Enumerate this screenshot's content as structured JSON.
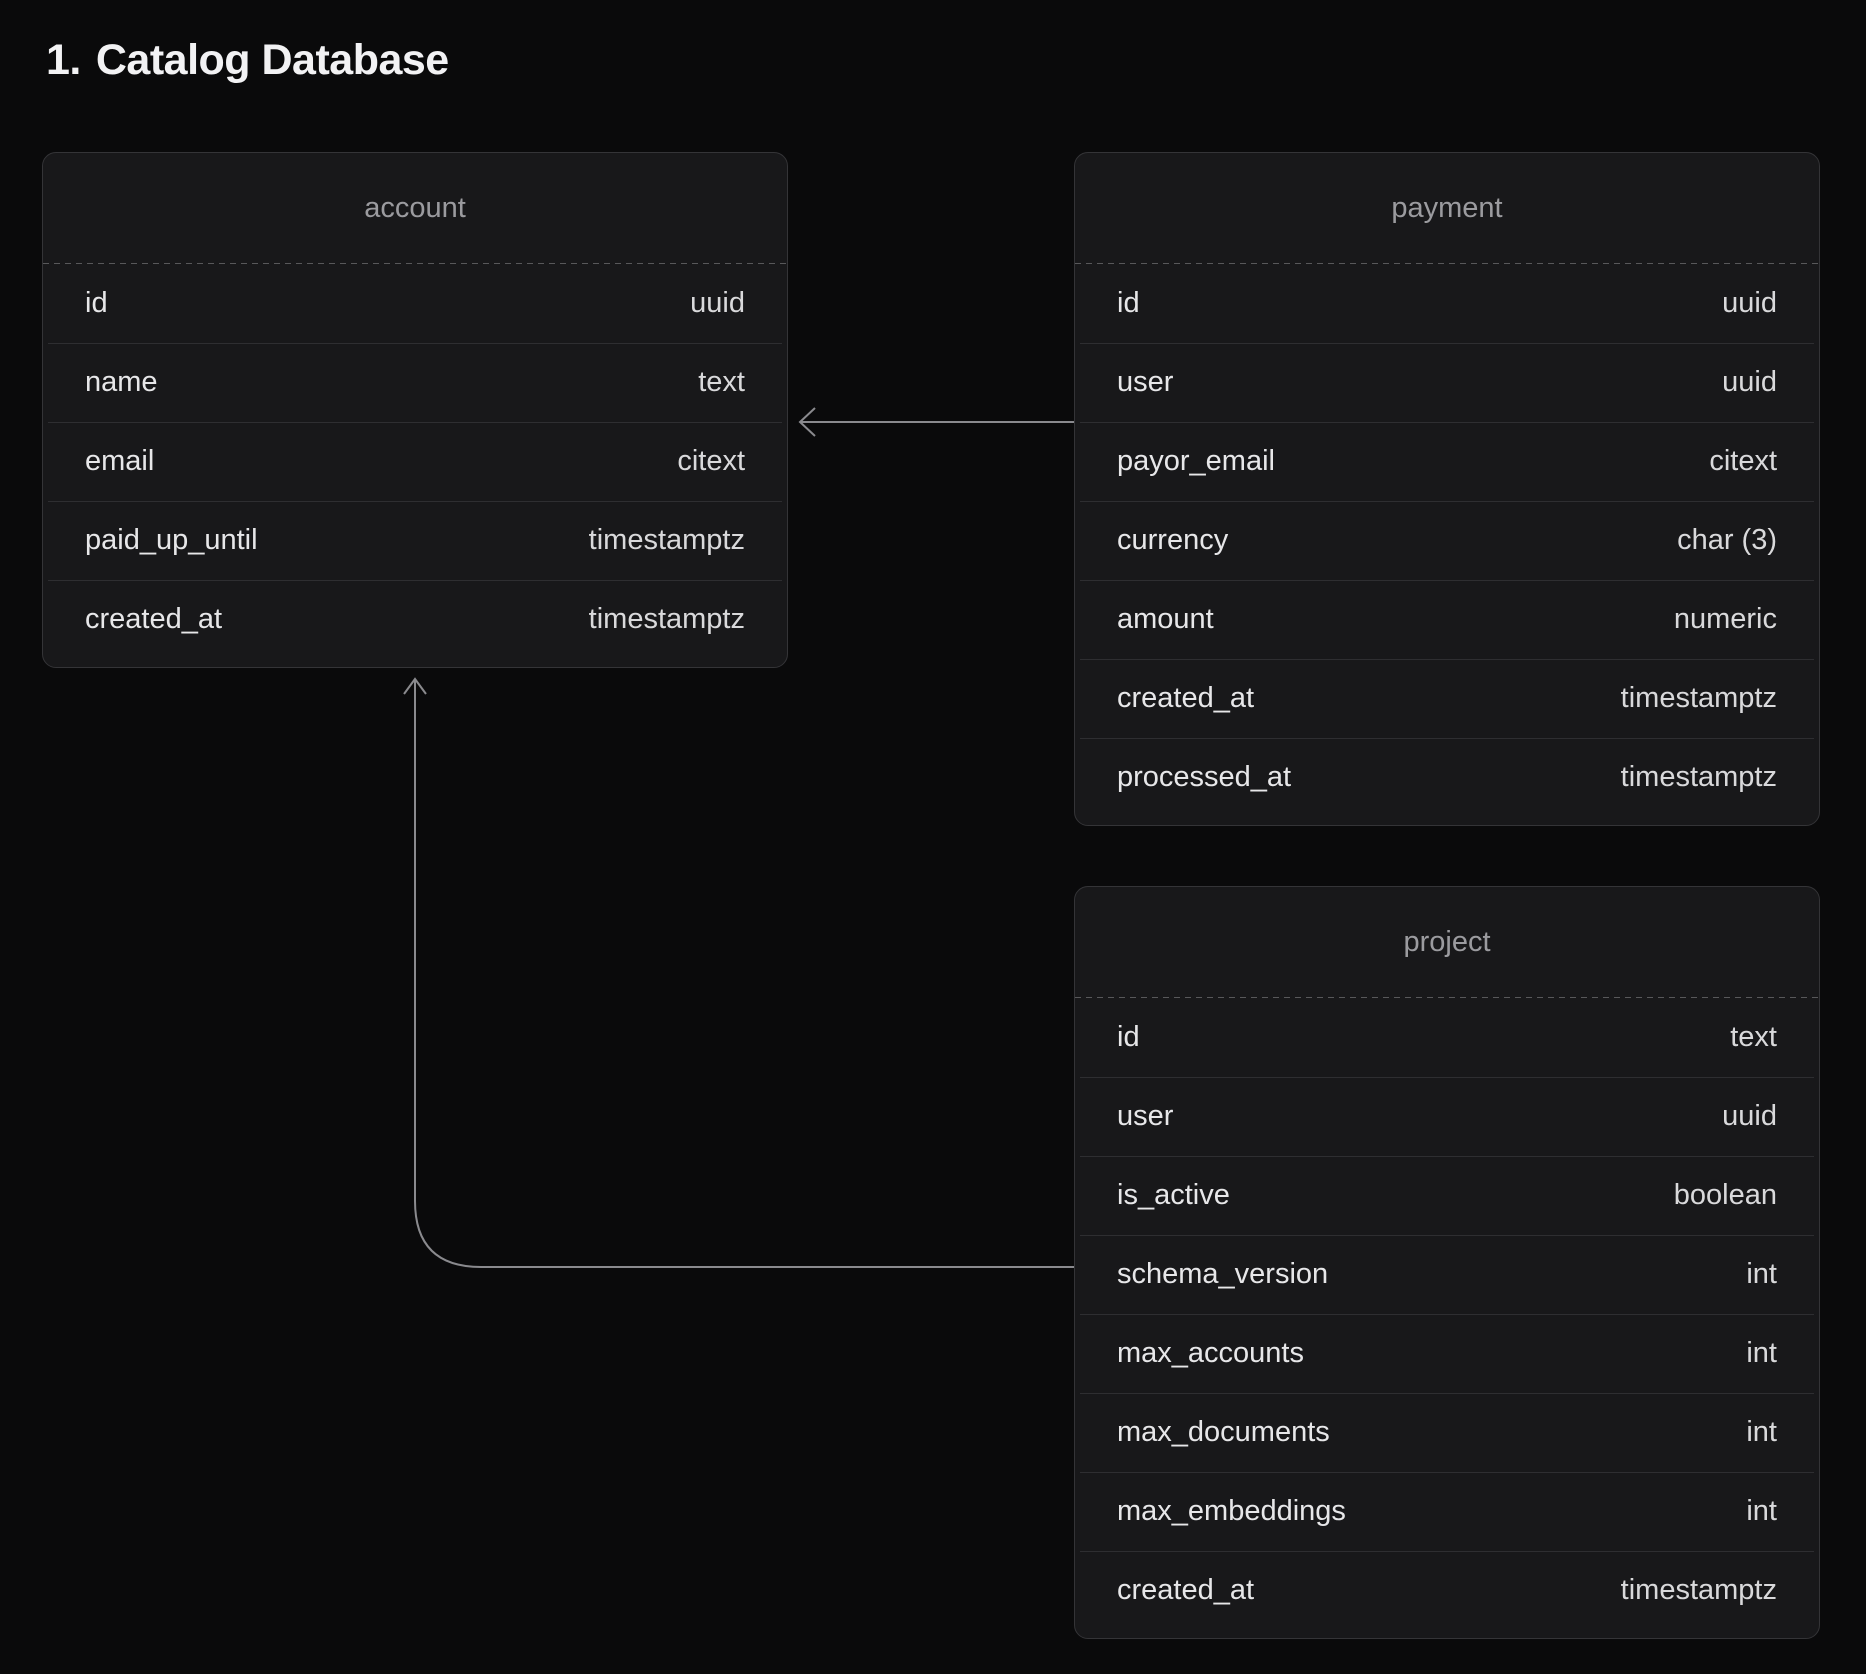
{
  "title": {
    "marker": "1.",
    "text": "Catalog Database"
  },
  "diagram": {
    "tables": [
      {
        "name": "account",
        "columns": [
          {
            "name": "id",
            "type": "uuid"
          },
          {
            "name": "name",
            "type": "text"
          },
          {
            "name": "email",
            "type": "citext"
          },
          {
            "name": "paid_up_until",
            "type": "timestamptz"
          },
          {
            "name": "created_at",
            "type": "timestamptz"
          }
        ]
      },
      {
        "name": "payment",
        "columns": [
          {
            "name": "id",
            "type": "uuid"
          },
          {
            "name": "user",
            "type": "uuid"
          },
          {
            "name": "payor_email",
            "type": "citext"
          },
          {
            "name": "currency",
            "type": "char (3)"
          },
          {
            "name": "amount",
            "type": "numeric"
          },
          {
            "name": "created_at",
            "type": "timestamptz"
          },
          {
            "name": "processed_at",
            "type": "timestamptz"
          }
        ]
      },
      {
        "name": "project",
        "columns": [
          {
            "name": "id",
            "type": "text"
          },
          {
            "name": "user",
            "type": "uuid"
          },
          {
            "name": "is_active",
            "type": "boolean"
          },
          {
            "name": "schema_version",
            "type": "int"
          },
          {
            "name": "max_accounts",
            "type": "int"
          },
          {
            "name": "max_documents",
            "type": "int"
          },
          {
            "name": "max_embeddings",
            "type": "int"
          },
          {
            "name": "created_at",
            "type": "timestamptz"
          }
        ]
      }
    ],
    "relations": [
      {
        "from": "payment",
        "to": "account"
      },
      {
        "from": "project",
        "to": "account"
      }
    ],
    "colors": {
      "background": "#0a0a0b",
      "card": "#18181a",
      "card_border": "#343437",
      "row_separator": "#2e2e31",
      "connector": "#8a8a8e",
      "header_text": "#9b9b9f",
      "field_text": "#e7e7e9",
      "type_text": "#d9d9db",
      "title_text": "#f2f2f4"
    }
  }
}
